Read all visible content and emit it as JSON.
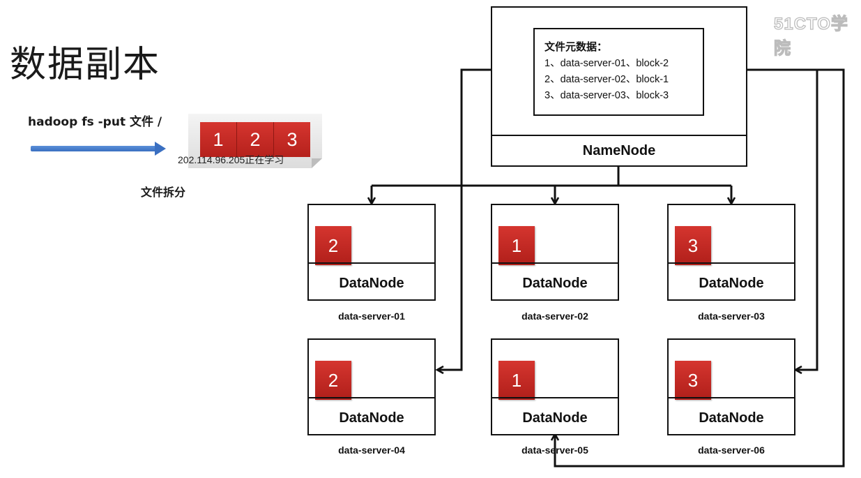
{
  "title": "数据副本",
  "command": "hadoop fs -put 文件 /",
  "file_blocks": [
    "1",
    "2",
    "3"
  ],
  "watermark_ip": "202.114.96.205正在学习",
  "split_label": "文件拆分",
  "brand": "51CTO学院",
  "namenode": {
    "label": "NameNode",
    "metadata_title": "文件元数据：",
    "metadata_lines": [
      "1、data-server-01、block-2",
      "2、data-server-02、block-1",
      "3、data-server-03、block-3"
    ]
  },
  "datanodes": [
    {
      "label": "DataNode",
      "block": "2",
      "server": "data-server-01"
    },
    {
      "label": "DataNode",
      "block": "1",
      "server": "data-server-02"
    },
    {
      "label": "DataNode",
      "block": "3",
      "server": "data-server-03"
    },
    {
      "label": "DataNode",
      "block": "2",
      "server": "data-server-04"
    },
    {
      "label": "DataNode",
      "block": "1",
      "server": "data-server-05"
    },
    {
      "label": "DataNode",
      "block": "3",
      "server": "data-server-06"
    }
  ],
  "colors": {
    "block_red": "#c62a24",
    "arrow_blue": "#3a6fc1",
    "line": "#111111"
  }
}
